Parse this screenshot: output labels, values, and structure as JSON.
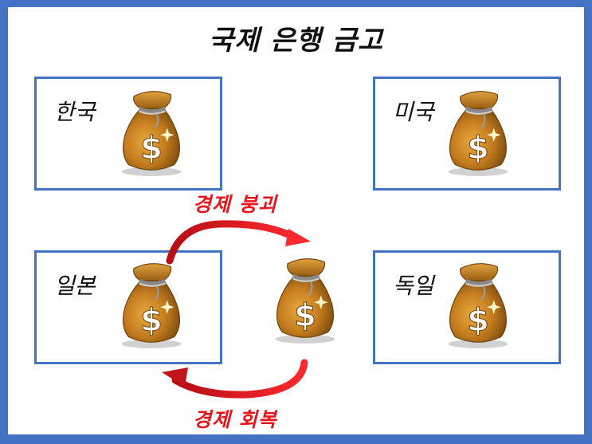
{
  "title": "국제 은행 금고",
  "vaults": [
    {
      "label": "한국"
    },
    {
      "label": "미국"
    },
    {
      "label": "일본"
    },
    {
      "label": "독일"
    }
  ],
  "flows": {
    "top_label": "경제 붕괴",
    "bottom_label": "경제 회복"
  },
  "colors": {
    "border": "#4472c4",
    "arrow": "#e8141b",
    "bag": "#c8821e"
  },
  "icons": [
    "money-bag-icon",
    "dollar-sign-icon"
  ]
}
